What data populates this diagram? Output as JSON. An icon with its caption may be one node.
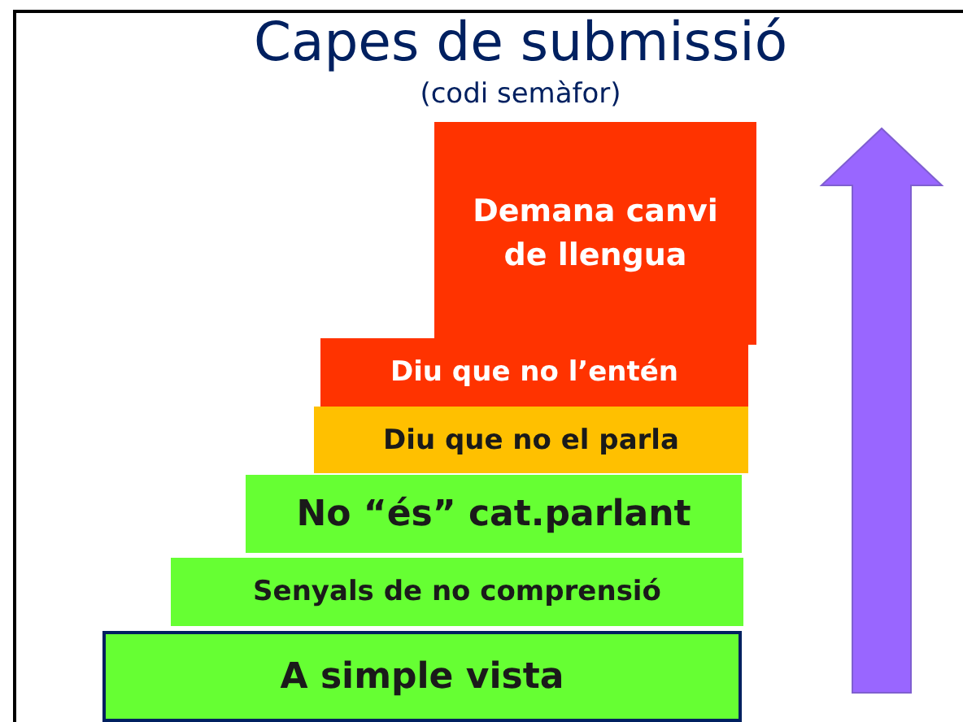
{
  "diagram": {
    "title": "Capes de submissió",
    "nodes": [
      {
        "text": [
          "Demana canvi de llengua"
        ]
      },
      {
        "text": [
          "Diu que no l’entén"
        ]
      },
      {
        "text": [
          "Diu que no el parla"
        ]
      },
      {
        "text": [
          "No “és” cat.parlant"
        ]
      },
      {
        "text": [
          "Senyals de no comprensió"
        ]
      },
      {
        "text": [
          "A simple vista"
        ]
      }
    ],
    "edges": [],
    "labels": [
      "(codi semàfor)"
    ]
  }
}
